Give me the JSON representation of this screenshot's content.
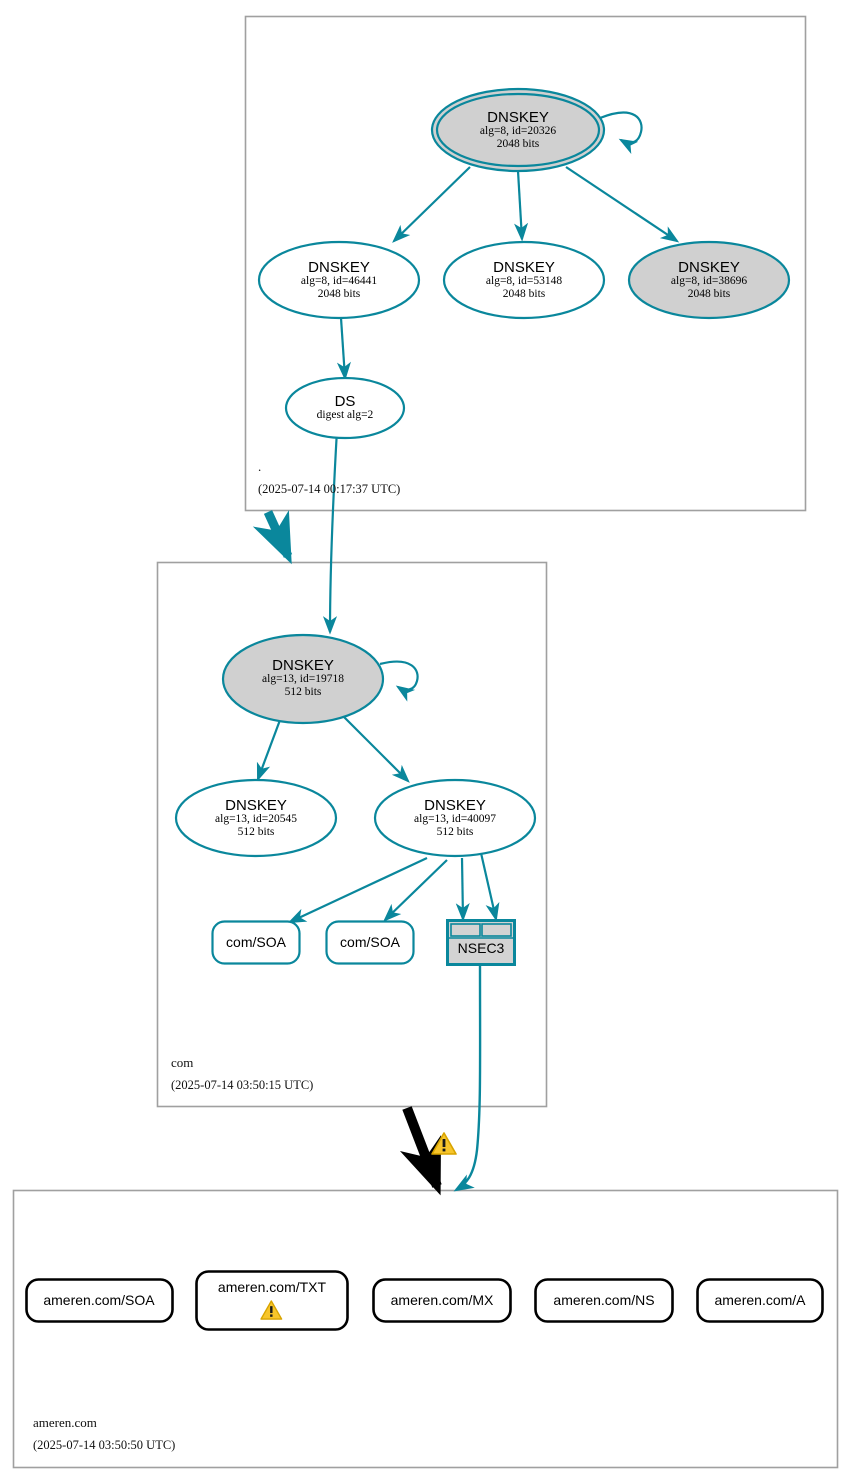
{
  "diagram": {
    "title": "DNSSEC authentication chain for ameren.com",
    "colors": {
      "secure": "#0a879c",
      "insecure": "#000000",
      "zone_border": "#a0a0a0",
      "key_fill_ksk": "#d0d0d0",
      "key_fill_zsk": "#ffffff",
      "nsec_fill": "#d3d3d3",
      "warning": "#f5c518"
    }
  },
  "zones": [
    {
      "id": "root",
      "name": ".",
      "timestamp": "(2025-07-14 00:17:37 UTC)",
      "nodes": [
        {
          "id": "root-ksk-20326",
          "kind": "DNSKEY",
          "type": "ksk",
          "title": "DNSKEY",
          "line2": "alg=8, id=20326",
          "line3": "2048 bits",
          "fill": "#d0d0d0",
          "double_border": true,
          "self_sign": true
        },
        {
          "id": "root-zsk-46441",
          "kind": "DNSKEY",
          "type": "zsk",
          "title": "DNSKEY",
          "line2": "alg=8, id=46441",
          "line3": "2048 bits",
          "fill": "#ffffff",
          "double_border": false,
          "self_sign": false
        },
        {
          "id": "root-zsk-53148",
          "kind": "DNSKEY",
          "type": "zsk",
          "title": "DNSKEY",
          "line2": "alg=8, id=53148",
          "line3": "2048 bits",
          "fill": "#ffffff",
          "double_border": false,
          "self_sign": false
        },
        {
          "id": "root-ksk-38696",
          "kind": "DNSKEY",
          "type": "ksk",
          "title": "DNSKEY",
          "line2": "alg=8, id=38696",
          "line3": "2048 bits",
          "fill": "#d0d0d0",
          "double_border": false,
          "self_sign": false
        },
        {
          "id": "root-ds",
          "kind": "DS",
          "type": "ds",
          "title": "DS",
          "line2": "digest alg=2",
          "line3": "",
          "fill": "#ffffff",
          "double_border": false,
          "self_sign": false
        }
      ]
    },
    {
      "id": "com",
      "name": "com",
      "timestamp": "(2025-07-14 03:50:15 UTC)",
      "nodes": [
        {
          "id": "com-ksk-19718",
          "kind": "DNSKEY",
          "type": "ksk",
          "title": "DNSKEY",
          "line2": "alg=13, id=19718",
          "line3": "512 bits",
          "fill": "#d0d0d0",
          "double_border": false,
          "self_sign": true
        },
        {
          "id": "com-zsk-20545",
          "kind": "DNSKEY",
          "type": "zsk",
          "title": "DNSKEY",
          "line2": "alg=13, id=20545",
          "line3": "512 bits",
          "fill": "#ffffff",
          "double_border": false,
          "self_sign": false
        },
        {
          "id": "com-zsk-40097",
          "kind": "DNSKEY",
          "type": "zsk",
          "title": "DNSKEY",
          "line2": "alg=13, id=40097",
          "line3": "512 bits",
          "fill": "#ffffff",
          "double_border": false,
          "self_sign": false
        }
      ],
      "rrsets": [
        {
          "id": "com-soa-1",
          "label": "com/SOA",
          "secure": true,
          "warning": false
        },
        {
          "id": "com-soa-2",
          "label": "com/SOA",
          "secure": true,
          "warning": false
        }
      ],
      "nsec": {
        "id": "com-nsec3",
        "label": "NSEC3",
        "cells": 2
      }
    },
    {
      "id": "ameren",
      "name": "ameren.com",
      "timestamp": "(2025-07-14 03:50:50 UTC)",
      "nodes": [],
      "rrsets": [
        {
          "id": "ameren-soa",
          "label": "ameren.com/SOA",
          "secure": false,
          "warning": false
        },
        {
          "id": "ameren-txt",
          "label": "ameren.com/TXT",
          "secure": false,
          "warning": true
        },
        {
          "id": "ameren-mx",
          "label": "ameren.com/MX",
          "secure": false,
          "warning": false
        },
        {
          "id": "ameren-ns",
          "label": "ameren.com/NS",
          "secure": false,
          "warning": false
        },
        {
          "id": "ameren-a",
          "label": "ameren.com/A",
          "secure": false,
          "warning": false
        }
      ]
    }
  ],
  "edges": [
    {
      "from": "root-ksk-20326",
      "to": "root-ksk-20326",
      "style": "self-loop",
      "secure": true
    },
    {
      "from": "root-ksk-20326",
      "to": "root-zsk-46441",
      "style": "sign",
      "secure": true
    },
    {
      "from": "root-ksk-20326",
      "to": "root-zsk-53148",
      "style": "sign",
      "secure": true
    },
    {
      "from": "root-ksk-20326",
      "to": "root-ksk-38696",
      "style": "sign",
      "secure": true
    },
    {
      "from": "root-zsk-46441",
      "to": "root-ds",
      "style": "sign",
      "secure": true
    },
    {
      "from": "root-ds",
      "to": "com-ksk-19718",
      "style": "ds-link",
      "secure": true
    },
    {
      "from": "root",
      "to": "com",
      "style": "delegation-thick",
      "secure": true
    },
    {
      "from": "com-ksk-19718",
      "to": "com-ksk-19718",
      "style": "self-loop",
      "secure": true
    },
    {
      "from": "com-ksk-19718",
      "to": "com-zsk-20545",
      "style": "sign",
      "secure": true
    },
    {
      "from": "com-ksk-19718",
      "to": "com-zsk-40097",
      "style": "sign",
      "secure": true
    },
    {
      "from": "com-zsk-40097",
      "to": "com-soa-1",
      "style": "sign",
      "secure": true
    },
    {
      "from": "com-zsk-40097",
      "to": "com-soa-2",
      "style": "sign",
      "secure": true
    },
    {
      "from": "com-zsk-40097",
      "to": "com-nsec3-cell-1",
      "style": "sign",
      "secure": true
    },
    {
      "from": "com-zsk-40097",
      "to": "com-nsec3-cell-2",
      "style": "sign",
      "secure": true
    },
    {
      "from": "com-nsec3",
      "to": "ameren",
      "style": "nsec-proof",
      "secure": true
    },
    {
      "from": "com",
      "to": "ameren",
      "style": "delegation-thick",
      "secure": false,
      "warning": true
    }
  ],
  "warnings": [
    {
      "id": "delegation-warning",
      "glyph": "!",
      "near": "com-to-ameren-delegation"
    },
    {
      "id": "txt-warning",
      "glyph": "!",
      "near": "ameren-txt"
    }
  ]
}
